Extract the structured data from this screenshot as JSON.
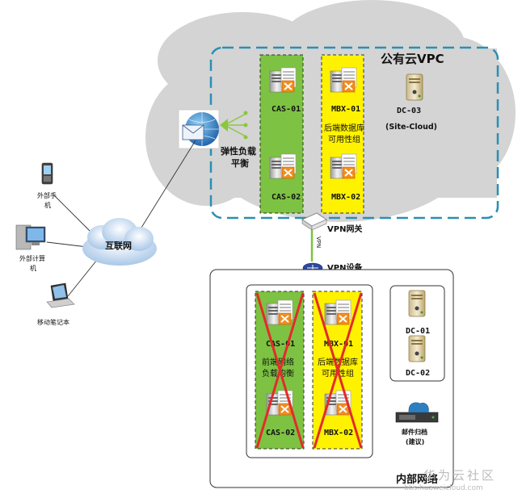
{
  "colors": {
    "cloud": "#d4d4d4",
    "vpc_dash": "#2a8fb4",
    "cas_group": "#7dc242",
    "mbx_group": "#fff200",
    "cross": "#e32b2b",
    "vpn_line": "#7dc242"
  },
  "public_cloud": {
    "title": "公有云VPC",
    "cas": [
      "CAS-01",
      "CAS-02"
    ],
    "mbx": [
      "MBX-01",
      "MBX-02"
    ],
    "mbx_group_label": [
      "后端数据库",
      "可用性组"
    ],
    "dc": [
      "DC-03",
      "(Site-Cloud)"
    ],
    "elb": [
      "弹性负载",
      "平衡"
    ],
    "vpn_gateway": "VPN网关"
  },
  "vpn": {
    "link_label": "VPN",
    "device": "VPN设备"
  },
  "internet": {
    "label": "互联网",
    "clients": [
      [
        "外部手",
        "机"
      ],
      [
        "外部计算",
        "机"
      ],
      [
        "移动笔记本"
      ]
    ]
  },
  "internal": {
    "title": "内部网络",
    "cas": [
      "CAS-01",
      "CAS-02"
    ],
    "mbx": [
      "MBX-01",
      "MBX-02"
    ],
    "cas_group_label": [
      "前端网络",
      "负载均衡"
    ],
    "mbx_group_label": [
      "后端数据库",
      "可用性组"
    ],
    "dc": [
      "DC-01",
      "DC-02"
    ],
    "backup": [
      "邮件归档",
      "(建议)"
    ]
  },
  "watermark": [
    "华为云社区",
    "bbs.huaweicloud.com"
  ]
}
